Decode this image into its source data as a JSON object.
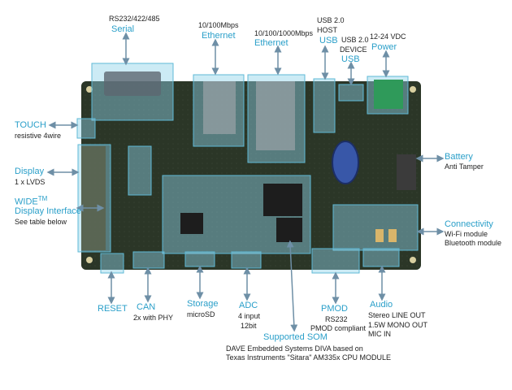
{
  "labels": {
    "serial": {
      "sub": "RS232/422/485",
      "title": "Serial"
    },
    "eth100": {
      "sub": "10/100Mbps",
      "title": "Ethernet"
    },
    "eth1000": {
      "sub": "10/100/1000Mbps",
      "title": "Ethernet"
    },
    "usb_host": {
      "line1": "USB 2.0",
      "line2": "HOST",
      "title": "USB"
    },
    "usb_device": {
      "line1": "USB 2.0",
      "line2": "DEVICE",
      "title": "USB"
    },
    "power": {
      "sub": "12-24 VDC",
      "title": "Power"
    },
    "touch": {
      "title": "TOUCH",
      "sub": "resistive 4wire"
    },
    "display": {
      "title": "Display",
      "sub": "1 x LVDS"
    },
    "wide": {
      "title": "WIDE",
      "tm": "TM",
      "title2": "Display Interface",
      "sub": "See table below"
    },
    "battery": {
      "title": "Battery",
      "sub": "Anti Tamper"
    },
    "connectivity": {
      "title": "Connectivity",
      "sub1": "Wi-Fi module",
      "sub2": "Bluetooth module"
    },
    "reset": {
      "title": "RESET"
    },
    "can": {
      "title": "CAN",
      "sub": "2x with PHY"
    },
    "storage": {
      "title": "Storage",
      "sub": "microSD"
    },
    "adc": {
      "title": "ADC",
      "sub1": "4 input",
      "sub2": "12bit"
    },
    "pmod": {
      "title": "PMOD",
      "sub1": "RS232",
      "sub2": "PMOD compliant"
    },
    "audio": {
      "title": "Audio",
      "sub1": "Stereo LINE OUT",
      "sub2": "1.5W MONO OUT",
      "sub3": "MIC IN"
    },
    "som": {
      "title": "Supported SOM",
      "sub1": "DAVE Embedded Systems DIVA based on",
      "sub2": "Texas Instruments \"Sitara\" AM335x CPU MODULE"
    }
  },
  "colors": {
    "accent": "#2a9fc9",
    "arrow": "#6e8fa6",
    "pcb": "#2f3a2c",
    "highlight": "#8fd3e8"
  }
}
